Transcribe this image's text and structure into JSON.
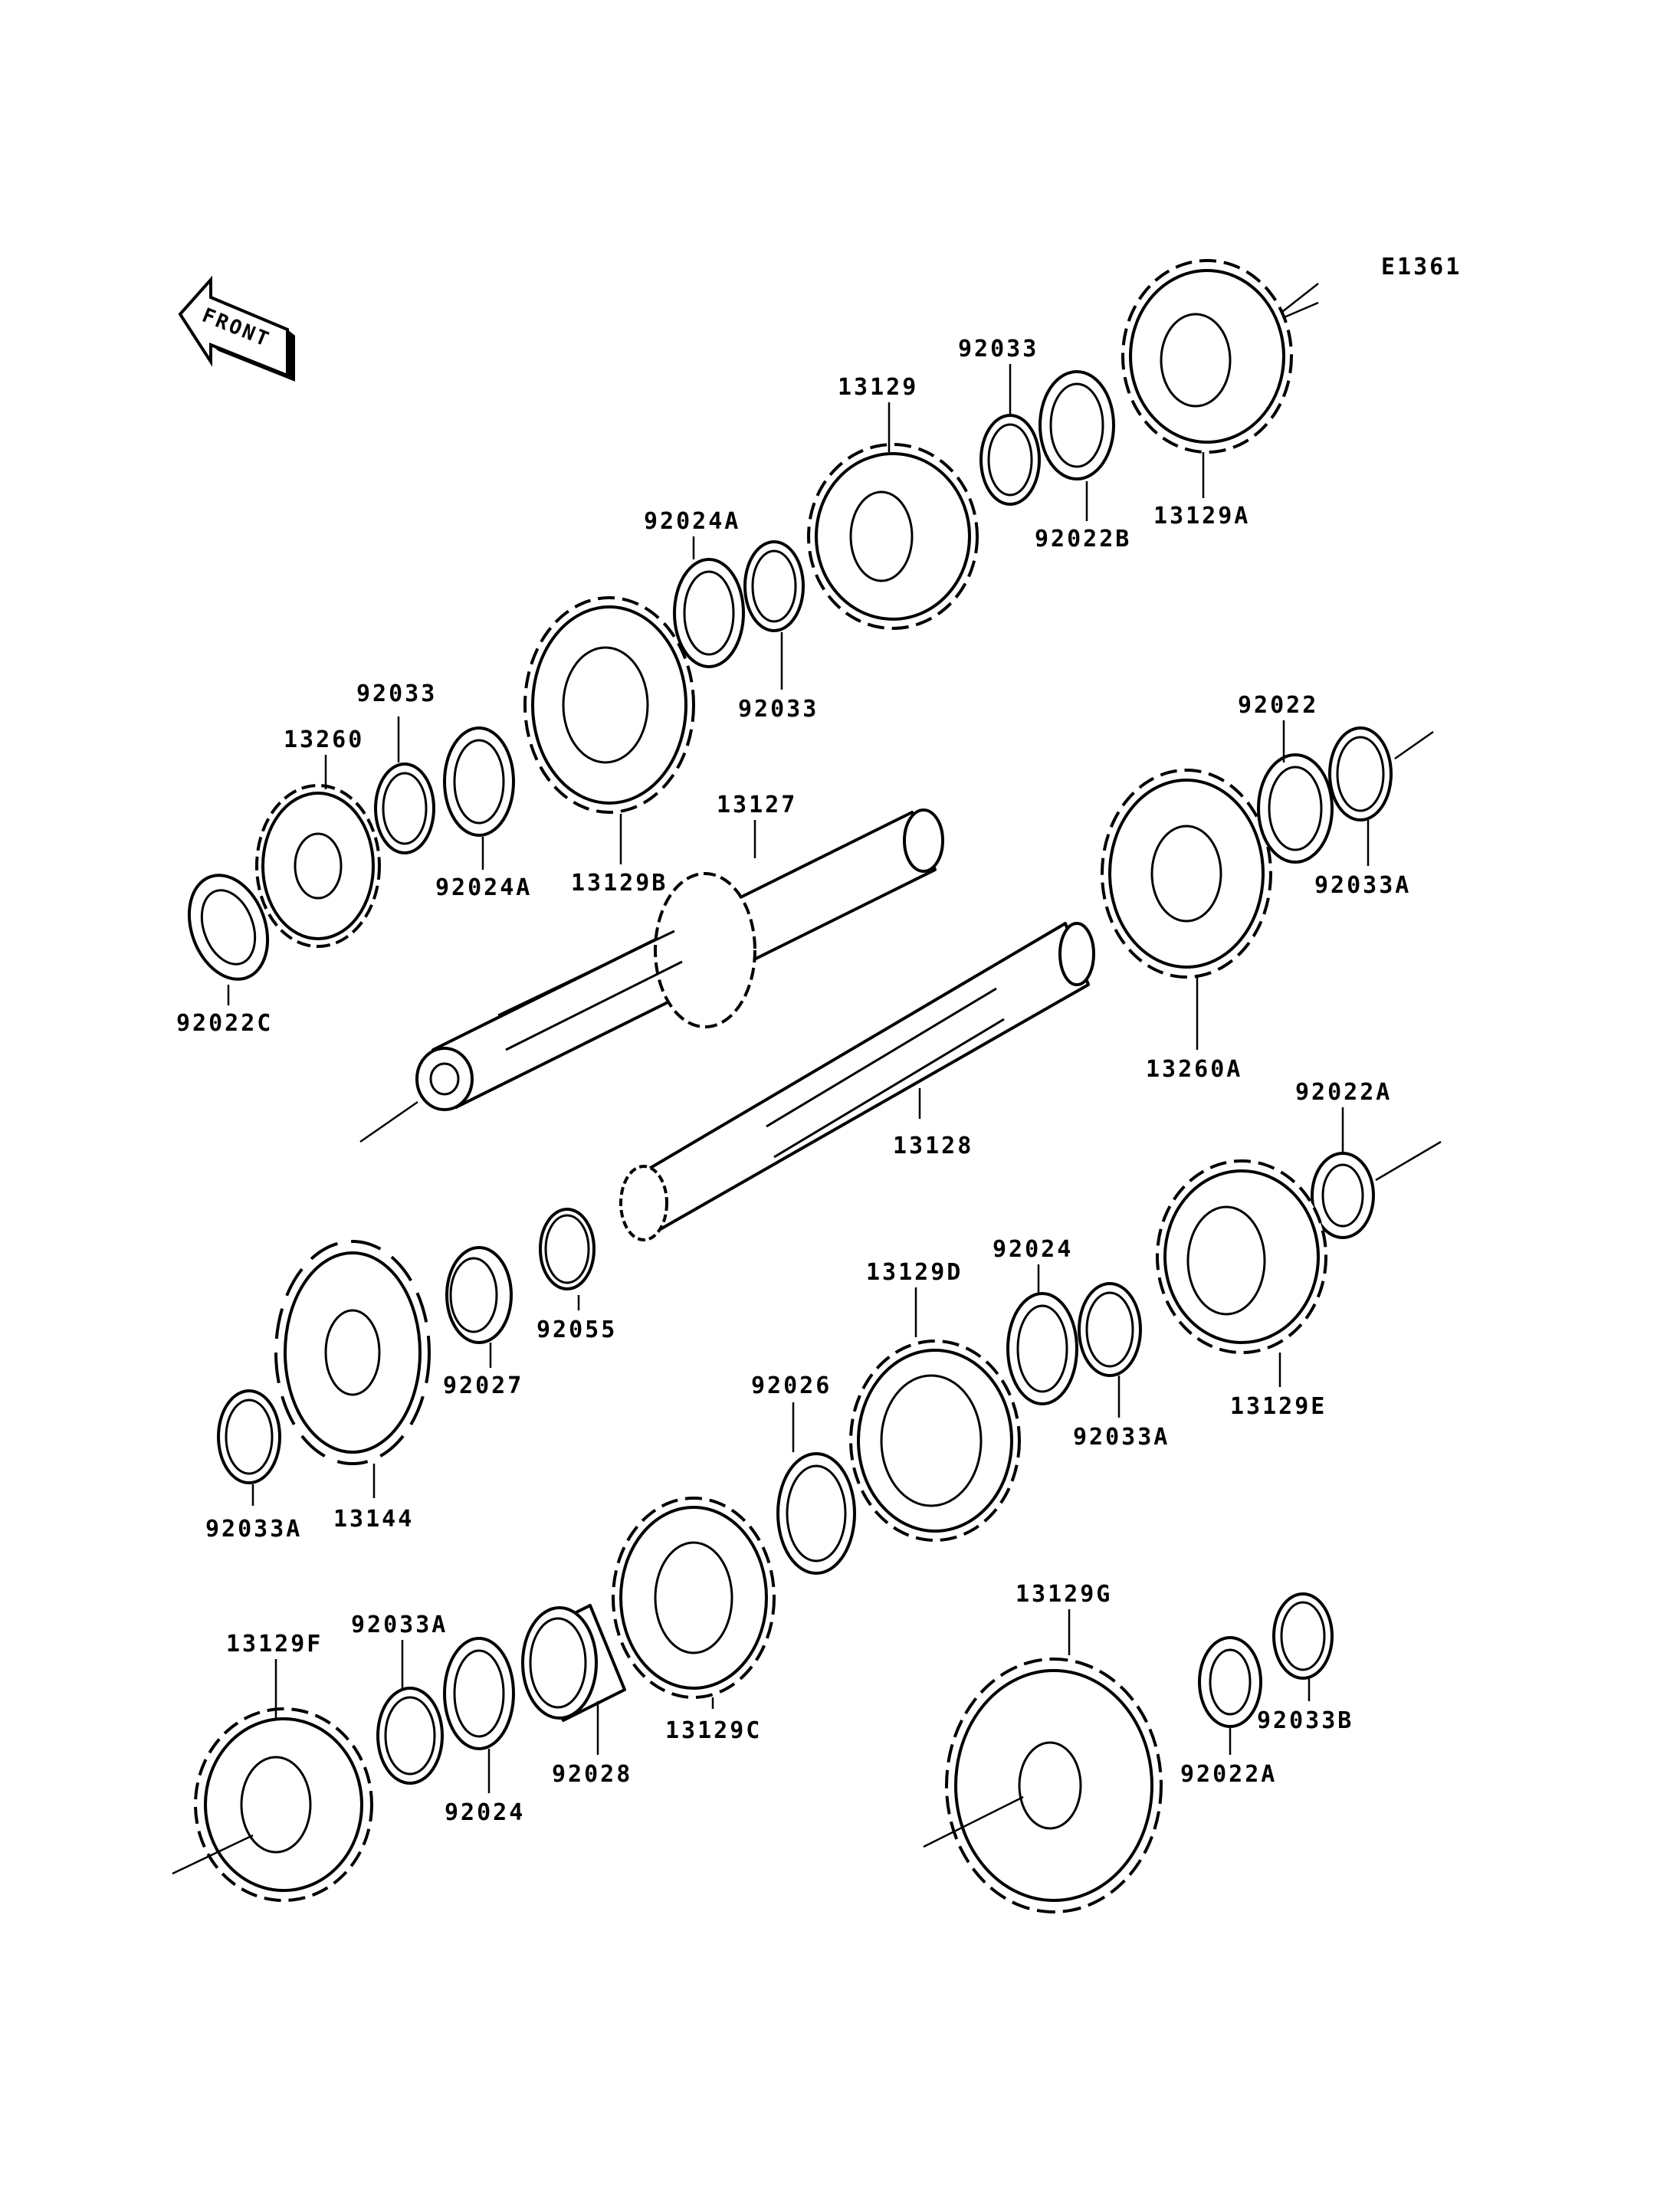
{
  "diagram_code": "E1361",
  "front_label": "FRONT",
  "parts": {
    "p92022C": "92022C",
    "p13260": "13260",
    "p92033_a": "92033",
    "p92024A_a": "92024A",
    "p13129B": "13129B",
    "p92024A_b": "92024A",
    "p92033_b": "92033",
    "p13129": "13129",
    "p92033_c": "92033",
    "p92022B": "92022B",
    "p13129A": "13129A",
    "p13127": "13127",
    "p92022": "92022",
    "p92033A_a": "92033A",
    "p13260A": "13260A",
    "p13128": "13128",
    "p92022A_a": "92022A",
    "p92055": "92055",
    "p92027": "92027",
    "p92033A_b": "92033A",
    "p13144": "13144",
    "p13129D": "13129D",
    "p92024_a": "92024",
    "p92033A_c": "92033A",
    "p13129E": "13129E",
    "p92026": "92026",
    "p13129G": "13129G",
    "p13129F": "13129F",
    "p92033A_d": "92033A",
    "p92024_b": "92024",
    "p92028": "92028",
    "p13129C": "13129C",
    "p92022A_b": "92022A",
    "p92033B": "92033B"
  }
}
